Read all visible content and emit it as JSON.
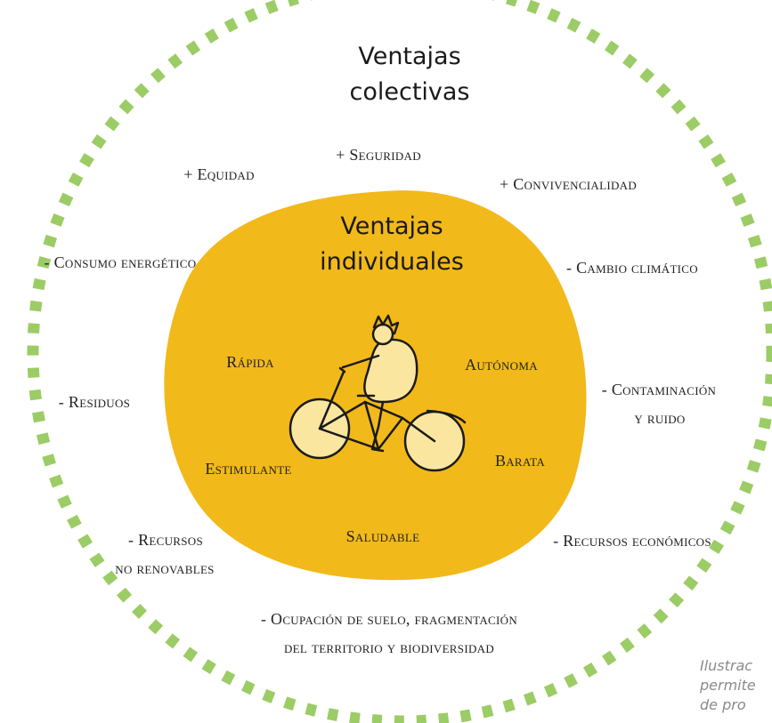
{
  "outer": {
    "title_line1": "Ventajas",
    "title_line2": "colectivas",
    "dot_color": "#9ccc65",
    "labels": {
      "seguridad": "+ Seguridad",
      "equidad": "+ Equidad",
      "convivencialidad": "+ Convivencialidad",
      "consumo": "- Consumo energético",
      "cambio": "- Cambio climático",
      "residuos": "- Residuos",
      "contaminacion_line1": "- Contaminación",
      "contaminacion_line2": "y ruido",
      "recursos_nr_line1": "- Recursos",
      "recursos_nr_line2": "no renovables",
      "recursos_eco": "- Recursos económicos",
      "ocupacion_line1": "- Ocupación de suelo, fragmentación",
      "ocupacion_line2": "del territorio y biodiversidad"
    }
  },
  "inner": {
    "title_line1": "Ventajas",
    "title_line2": "individuales",
    "blob_color": "#f2b91b",
    "figure_fill": "#fbe6a0",
    "labels": {
      "rapida": "Rápida",
      "autonoma": "Autónoma",
      "estimulante": "Estimulante",
      "barata": "Barata",
      "saludable": "Saludable"
    }
  },
  "credit": {
    "line1": "Ilustrac",
    "line2": "permite",
    "line3": "de pro"
  }
}
